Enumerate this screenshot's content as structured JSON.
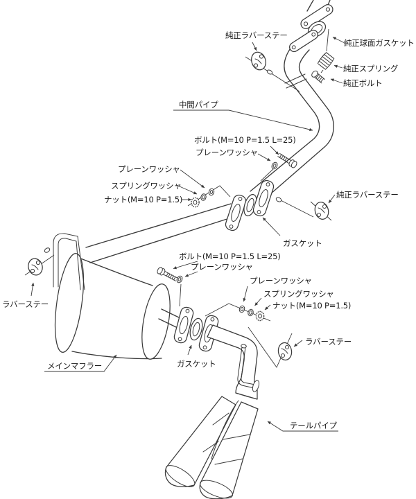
{
  "diagram": {
    "type": "exploded-parts-diagram",
    "subject": "exhaust-system",
    "background_color": "#ffffff",
    "line_color": "#3a3a3a",
    "text_color": "#1a1a1a",
    "labels": {
      "junsei_rubber_stay_top": "純正ラバーステー",
      "junsei_spherical_gasket": "純正球面ガスケット",
      "junsei_spring": "純正スプリング",
      "junsei_bolt": "純正ボルト",
      "chukan_pipe": "中間パイプ",
      "bolt_spec_1": "ボルト(M=10 P=1.5 L=25)",
      "plain_washer_1": "プレーンワッシャ",
      "plain_washer_2": "プレーンワッシャ",
      "spring_washer_1": "スプリングワッシャ",
      "nut_1": "ナット(M=10 P=1.5)",
      "junsei_rubber_stay_right": "純正ラバーステー",
      "gasket_1": "ガスケット",
      "bolt_spec_2": "ボルト(M=10 P=1.5 L=25)",
      "plain_washer_3": "プレーンワッシャ",
      "plain_washer_4": "プレーンワッシャ",
      "spring_washer_2": "スプリングワッシャ",
      "nut_2": "ナット(M=10 P=1.5)",
      "rubber_stay_left": "ラバーステー",
      "rubber_stay_right": "ラバーステー",
      "main_muffler": "メインマフラー",
      "gasket_2": "ガスケット",
      "tail_pipe": "テールパイプ"
    }
  }
}
